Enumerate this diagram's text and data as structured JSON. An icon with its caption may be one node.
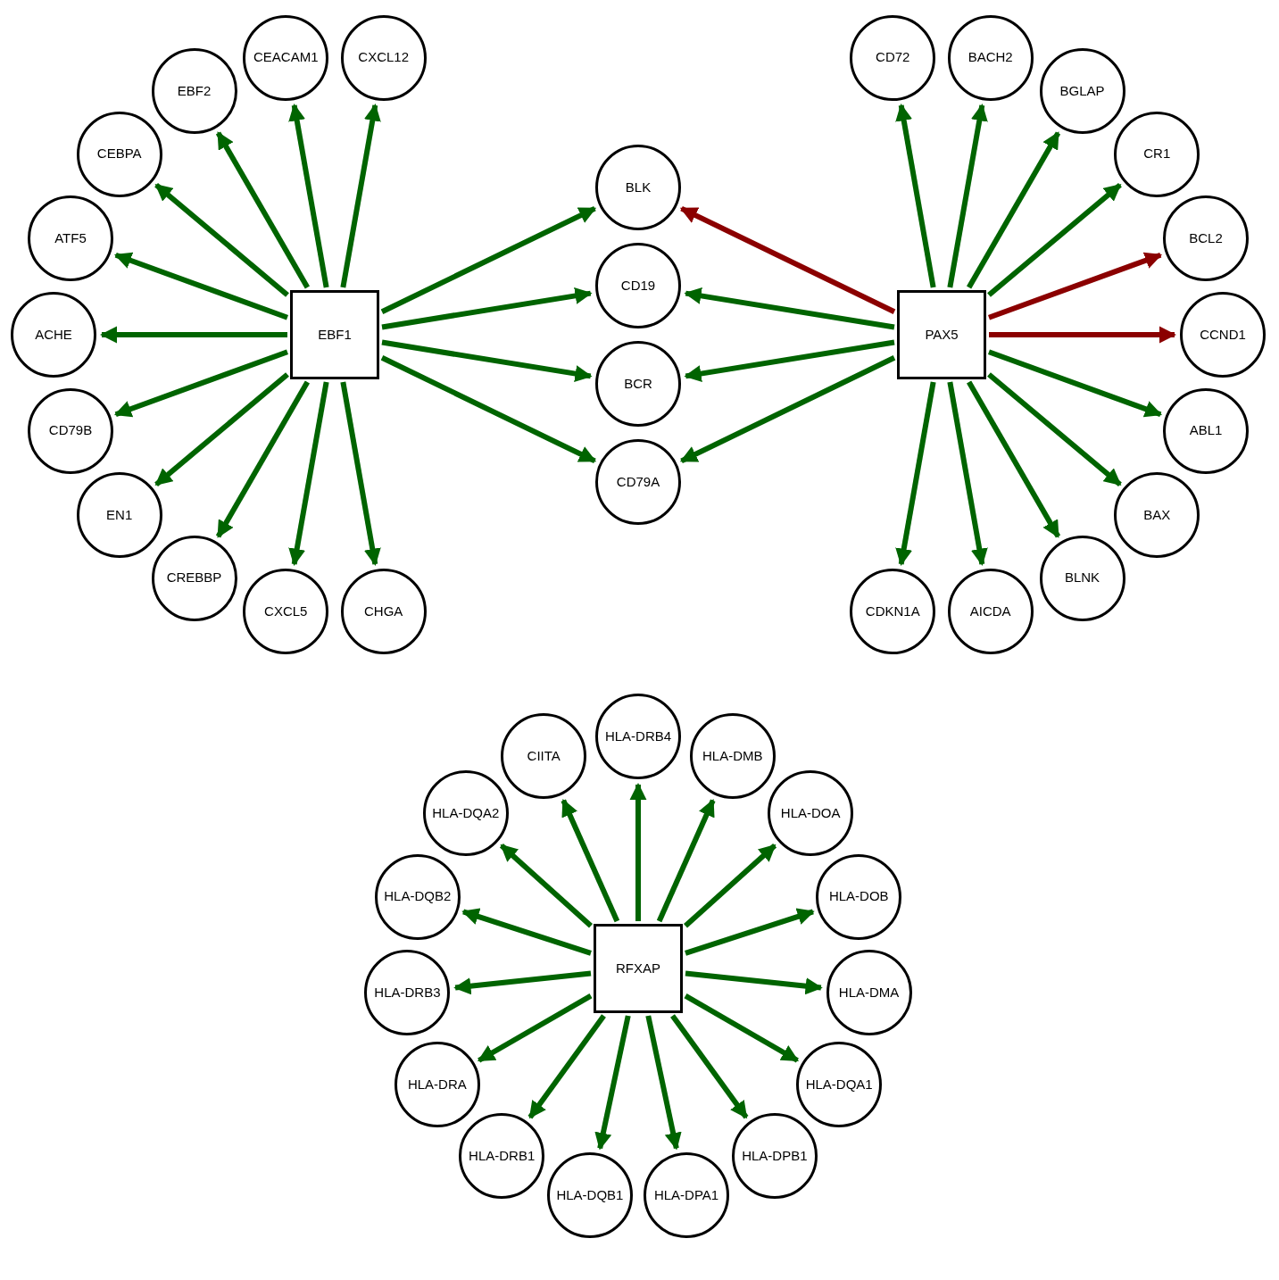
{
  "diagram": {
    "nodes": [
      {
        "text": [
          "EBF2"
        ]
      },
      {
        "text": [
          "CEACAM1"
        ]
      },
      {
        "text": [
          "CXCL12"
        ]
      },
      {
        "text": [
          "ATF5"
        ]
      },
      {
        "text": [
          "CEBPA"
        ]
      },
      {
        "text": [
          "ACHE"
        ]
      },
      {
        "text": [
          "EBF1"
        ]
      },
      {
        "text": [
          "CD79B"
        ]
      },
      {
        "text": [
          "EN1"
        ]
      },
      {
        "text": [
          "CREBBP"
        ]
      },
      {
        "text": [
          "CXCL5"
        ]
      },
      {
        "text": [
          "CHGA"
        ]
      },
      {
        "text": [
          "BLK"
        ]
      },
      {
        "text": [
          "CD19"
        ]
      },
      {
        "text": [
          "BCR"
        ]
      },
      {
        "text": [
          "CD79A"
        ]
      },
      {
        "text": [
          "CD72"
        ]
      },
      {
        "text": [
          "BACH2"
        ]
      },
      {
        "text": [
          "BGLAP"
        ]
      },
      {
        "text": [
          "CR1"
        ]
      },
      {
        "text": [
          "PAX5"
        ]
      },
      {
        "text": [
          "BCL2"
        ]
      },
      {
        "text": [
          "CCND1"
        ]
      },
      {
        "text": [
          "BAX"
        ]
      },
      {
        "text": [
          "ABL1"
        ]
      },
      {
        "text": [
          "CDKN1A"
        ]
      },
      {
        "text": [
          "AICDA"
        ]
      },
      {
        "text": [
          "BLNK"
        ]
      },
      {
        "text": [
          "CIITA"
        ]
      },
      {
        "text": [
          "HLA-DRB4"
        ]
      },
      {
        "text": [
          "HLA-DMB"
        ]
      },
      {
        "text": [
          "HLA-DQA2"
        ]
      },
      {
        "text": [
          "HLA-DOA"
        ]
      },
      {
        "text": [
          "HLA-DRB3"
        ]
      },
      {
        "text": [
          "HLA-DQB2"
        ]
      },
      {
        "text": [
          "RFXAP"
        ]
      },
      {
        "text": [
          "HLA-DOB"
        ]
      },
      {
        "text": [
          "HLA-DMA"
        ]
      },
      {
        "text": [
          "HLA-DRA"
        ]
      },
      {
        "text": [
          "HLA-DQA1"
        ]
      },
      {
        "text": [
          "HLA-DRB1"
        ]
      },
      {
        "text": [
          "HLA-DPB1"
        ]
      },
      {
        "text": [
          "HLA-DQB1"
        ]
      },
      {
        "text": [
          "HLA-DPA1"
        ]
      }
    ],
    "edges": [
      {
        "from": 6,
        "to": 0,
        "arrow": "to"
      },
      {
        "from": 6,
        "to": 1,
        "arrow": "to"
      },
      {
        "from": 6,
        "to": 2,
        "arrow": "to"
      },
      {
        "from": 6,
        "to": 3,
        "arrow": "to"
      },
      {
        "from": 6,
        "to": 4,
        "arrow": "to"
      },
      {
        "from": 6,
        "to": 5,
        "arrow": "to"
      },
      {
        "from": 6,
        "to": 7,
        "arrow": "to"
      },
      {
        "from": 6,
        "to": 8,
        "arrow": "to"
      },
      {
        "from": 6,
        "to": 9,
        "arrow": "to"
      },
      {
        "from": 6,
        "to": 10,
        "arrow": "to"
      },
      {
        "from": 6,
        "to": 11,
        "arrow": "to"
      },
      {
        "from": 6,
        "to": 12,
        "arrow": "to"
      },
      {
        "from": 6,
        "to": 13,
        "arrow": "to"
      },
      {
        "from": 6,
        "to": 14,
        "arrow": "to"
      },
      {
        "from": 6,
        "to": 15,
        "arrow": "to"
      },
      {
        "from": 20,
        "to": 12,
        "arrow": "to",
        "color": "#8b0000"
      },
      {
        "from": 20,
        "to": 13,
        "arrow": "to"
      },
      {
        "from": 20,
        "to": 14,
        "arrow": "to"
      },
      {
        "from": 20,
        "to": 15,
        "arrow": "to"
      },
      {
        "from": 20,
        "to": 16,
        "arrow": "to"
      },
      {
        "from": 20,
        "to": 17,
        "arrow": "to"
      },
      {
        "from": 20,
        "to": 18,
        "arrow": "to"
      },
      {
        "from": 20,
        "to": 19,
        "arrow": "to"
      },
      {
        "from": 20,
        "to": 21,
        "arrow": "to",
        "color": "#8b0000"
      },
      {
        "from": 20,
        "to": 22,
        "arrow": "to",
        "color": "#8b0000"
      },
      {
        "from": 20,
        "to": 23,
        "arrow": "to"
      },
      {
        "from": 20,
        "to": 24,
        "arrow": "to"
      },
      {
        "from": 20,
        "to": 25,
        "arrow": "to"
      },
      {
        "from": 20,
        "to": 26,
        "arrow": "to"
      },
      {
        "from": 20,
        "to": 27,
        "arrow": "to"
      },
      {
        "from": 35,
        "to": 28,
        "arrow": "to"
      },
      {
        "from": 35,
        "to": 29,
        "arrow": "to"
      },
      {
        "from": 35,
        "to": 30,
        "arrow": "to"
      },
      {
        "from": 35,
        "to": 31,
        "arrow": "to"
      },
      {
        "from": 35,
        "to": 32,
        "arrow": "to"
      },
      {
        "from": 35,
        "to": 33,
        "arrow": "to"
      },
      {
        "from": 35,
        "to": 34,
        "arrow": "to"
      },
      {
        "from": 35,
        "to": 36,
        "arrow": "to"
      },
      {
        "from": 35,
        "to": 37,
        "arrow": "to"
      },
      {
        "from": 35,
        "to": 38,
        "arrow": "to"
      },
      {
        "from": 35,
        "to": 39,
        "arrow": "to"
      },
      {
        "from": 35,
        "to": 40,
        "arrow": "to"
      },
      {
        "from": 35,
        "to": 41,
        "arrow": "to"
      },
      {
        "from": 35,
        "to": 42,
        "arrow": "to"
      },
      {
        "from": 35,
        "to": 43,
        "arrow": "to"
      }
    ]
  }
}
